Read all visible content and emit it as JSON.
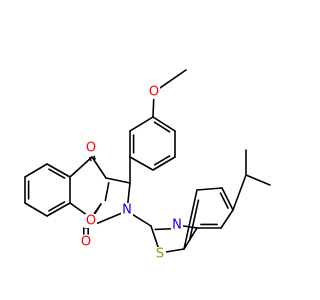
{
  "molecule": {
    "atoms": [
      {
        "id": "O_methoxy",
        "symbol": "O",
        "color": "#ff0000"
      },
      {
        "id": "O_ketone",
        "symbol": "O",
        "color": "#ff0000"
      },
      {
        "id": "O_ring",
        "symbol": "O",
        "color": "#ff0000"
      },
      {
        "id": "O_lactam",
        "symbol": "O",
        "color": "#ff0000"
      },
      {
        "id": "N_pyrrole",
        "symbol": "N",
        "color": "#0000ff"
      },
      {
        "id": "N_thiazole",
        "symbol": "N",
        "color": "#0000ff"
      },
      {
        "id": "S_thiazole",
        "symbol": "S",
        "color": "#999900"
      }
    ],
    "bond_color": "#000000"
  }
}
